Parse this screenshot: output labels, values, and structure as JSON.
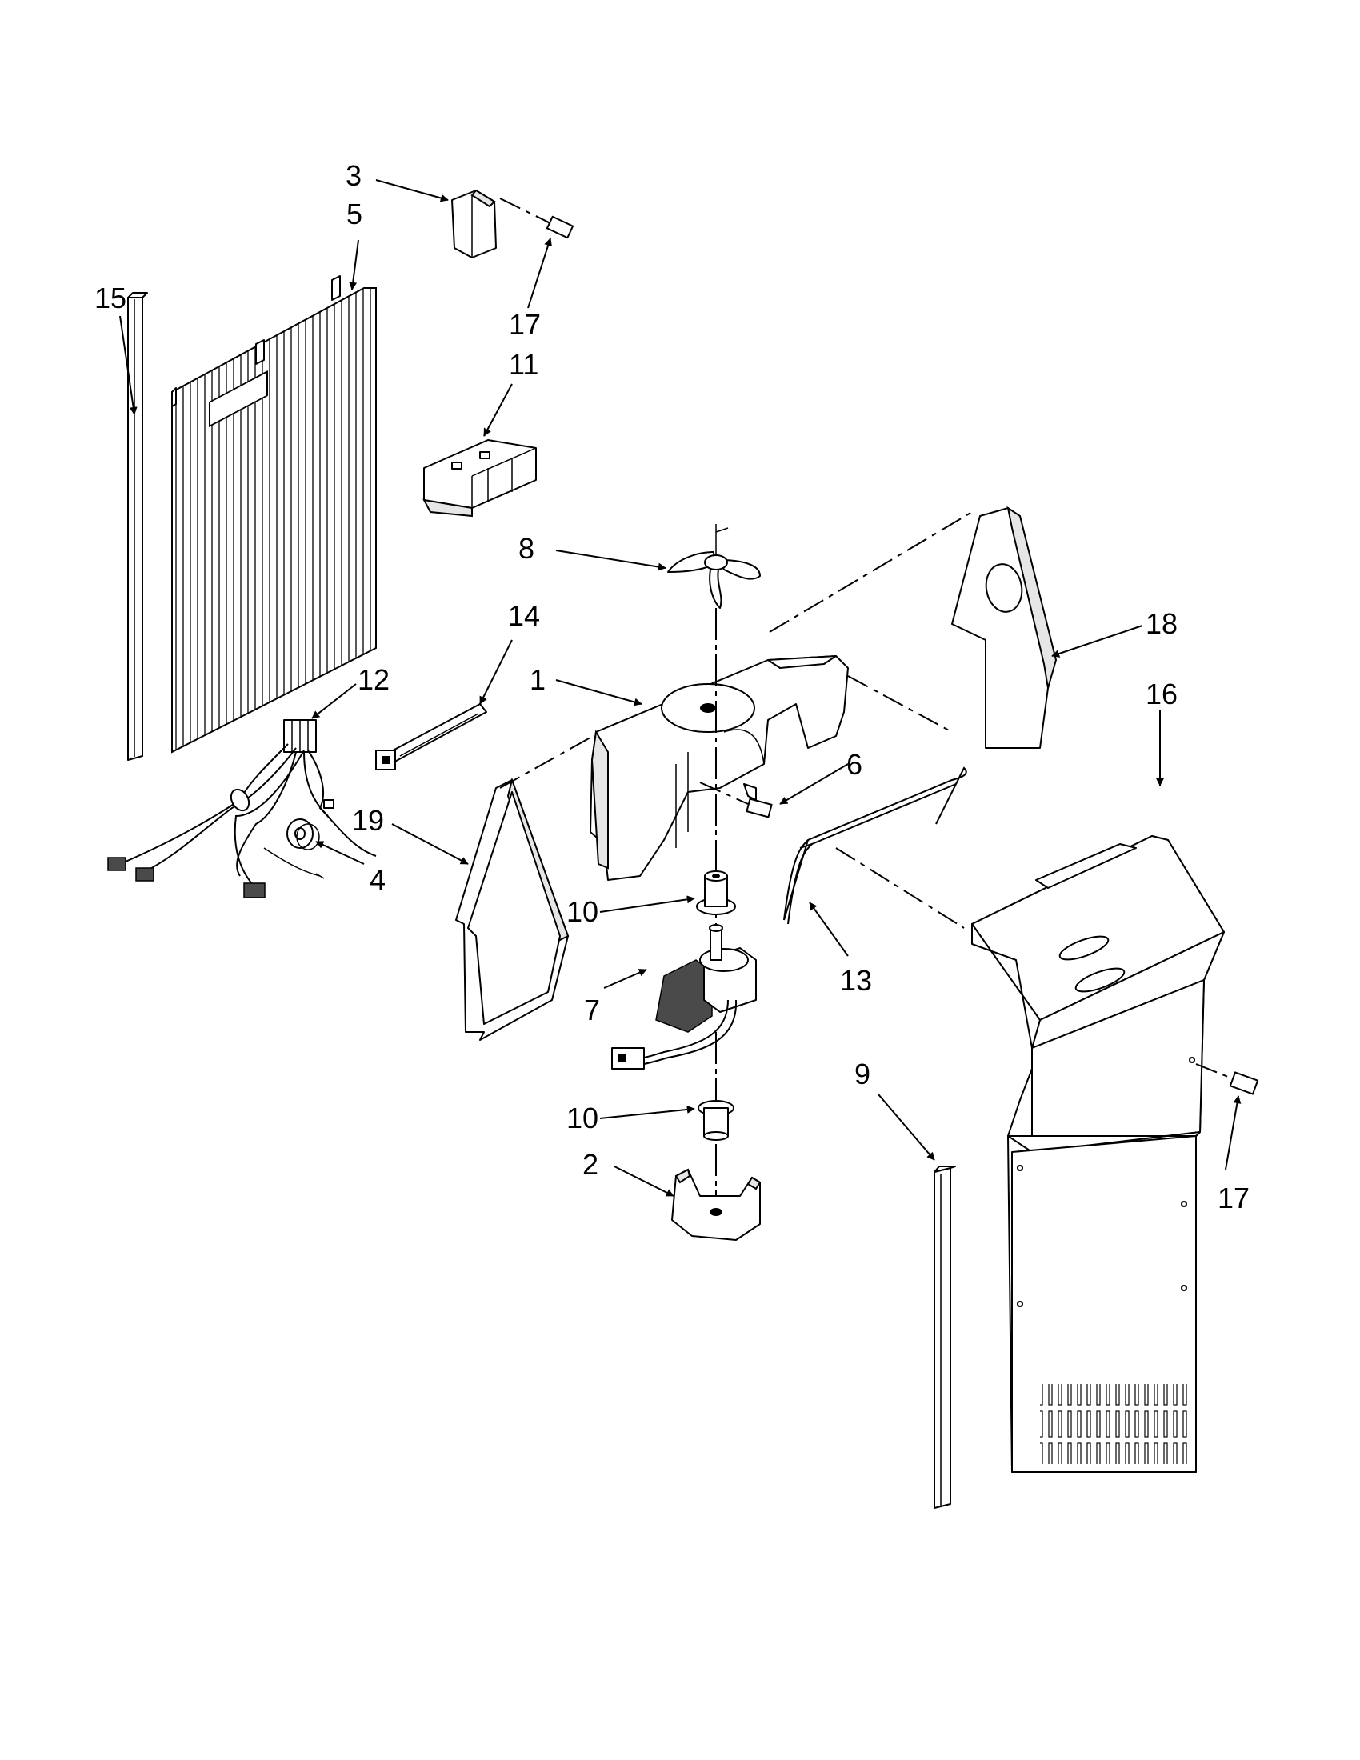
{
  "callouts": {
    "c1": "1",
    "c2": "2",
    "c3": "3",
    "c4": "4",
    "c5": "5",
    "c6": "6",
    "c7": "7",
    "c8": "8",
    "c9": "9",
    "c10a": "10",
    "c10b": "10",
    "c11": "11",
    "c12": "12",
    "c13": "13",
    "c14": "14",
    "c15": "15",
    "c16": "16",
    "c17a": "17",
    "c17b": "17",
    "c18": "18",
    "c19": "19"
  }
}
